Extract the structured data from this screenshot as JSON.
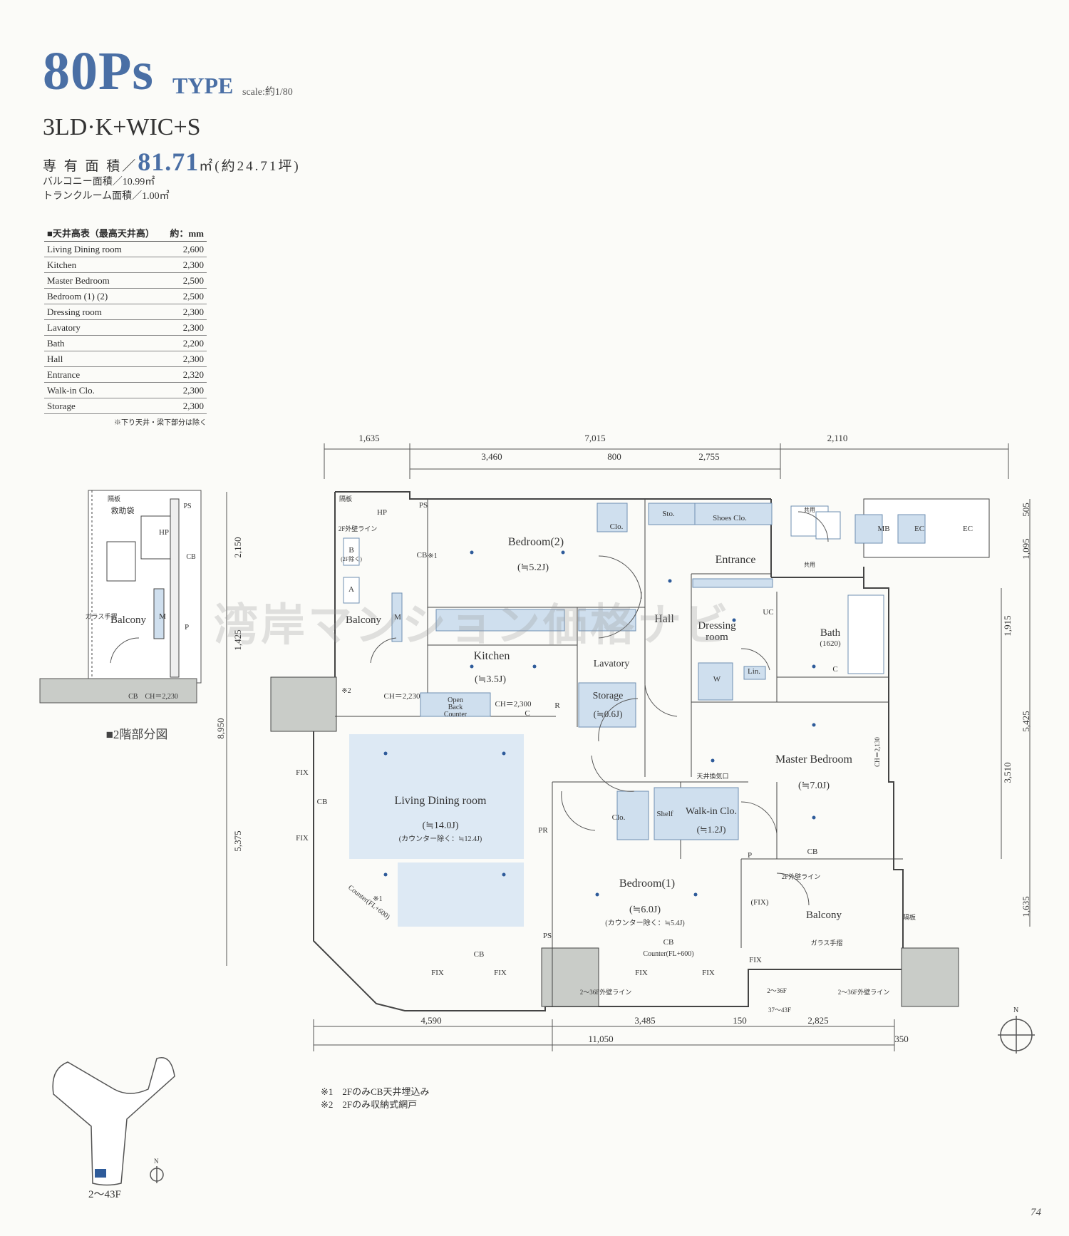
{
  "header": {
    "type_code": "80Ps",
    "type_word": "TYPE",
    "scale": "scale:約1/80",
    "layout": "3LD·K+WIC+S",
    "area_label": "専 有 面 積／",
    "area_value": "81.71",
    "area_unit": "㎡(約24.71坪)",
    "balcony_area": "バルコニー面積／10.99㎡",
    "trunk_area": "トランクルーム面積／1.00㎡"
  },
  "ceiling_table": {
    "title": "■天井高表（最高天井高）",
    "unit": "約：mm",
    "rows": [
      {
        "room": "Living Dining room",
        "height": "2,600"
      },
      {
        "room": "Kitchen",
        "height": "2,300"
      },
      {
        "room": "Master Bedroom",
        "height": "2,500"
      },
      {
        "room": "Bedroom (1) (2)",
        "height": "2,500"
      },
      {
        "room": "Dressing room",
        "height": "2,300"
      },
      {
        "room": "Lavatory",
        "height": "2,300"
      },
      {
        "room": "Bath",
        "height": "2,200"
      },
      {
        "room": "Hall",
        "height": "2,300"
      },
      {
        "room": "Entrance",
        "height": "2,320"
      },
      {
        "room": "Walk-in Clo.",
        "height": "2,300"
      },
      {
        "room": "Storage",
        "height": "2,300"
      }
    ],
    "note": "※下り天井・梁下部分は除く"
  },
  "partial_plan": {
    "caption": "■2階部分図",
    "labels": {
      "partition": "隔板",
      "evac": "救助袋",
      "hp": "HP",
      "ps": "PS",
      "cb": "CB",
      "m": "M",
      "p": "P",
      "balcony": "Balcony",
      "railing": "ガラス手摺",
      "ch": "CB　CH＝2,230"
    }
  },
  "plan": {
    "rooms": {
      "bedroom2": "Bedroom(2)",
      "bedroom2_size": "(≒5.2J)",
      "entrance": "Entrance",
      "hall": "Hall",
      "kitchen": "Kitchen",
      "kitchen_size": "(≒3.5J)",
      "lavatory": "Lavatory",
      "dressing": "Dressing",
      "dressing2": "room",
      "bath": "Bath",
      "bath_size": "(1620)",
      "storage": "Storage",
      "storage_size": "(≒0.6J)",
      "living": "Living Dining room",
      "living_size": "(≒14.0J)",
      "living_note": "(カウンター除く：≒12.4J)",
      "master": "Master Bedroom",
      "master_size": "(≒7.0J)",
      "wic": "Walk-in Clo.",
      "wic_size": "(≒1.2J)",
      "bedroom1": "Bedroom(1)",
      "bedroom1_size": "(≒6.0J)",
      "bedroom1_note": "(カウンター除く：≒5.4J)",
      "balcony_left": "Balcony",
      "balcony_right": "Balcony",
      "open_counter": "Open",
      "open_counter2": "Back",
      "open_counter3": "Counter"
    },
    "labels": {
      "clo": "Clo.",
      "sto": "Sto.",
      "shoes": "Shoes Clo.",
      "mb": "MB",
      "ec": "EC",
      "lin": "Lin.",
      "uc": "UC",
      "w": "W",
      "r": "R",
      "c": "C",
      "p": "P",
      "ps": "PS",
      "pr": "PR",
      "hp": "HP",
      "cb": "CB",
      "fix": "FIX",
      "fix_paren": "(FIX)",
      "shelf": "Shelf",
      "m": "M",
      "ch_kitchen": "CH＝2,300",
      "ch_2230": "CH＝2,230",
      "line_2f": "2F外壁ライン",
      "line_2_36": "2〜36F外壁ライン",
      "line_2_36b": "2〜36F",
      "line_37_43": "37〜43F",
      "counter_living": "Counter(FL+600)",
      "counter_bed": "Counter(FL+600)",
      "note1_mark": "※1",
      "note2_mark": "※2",
      "kyoyo": "共用",
      "vent": "天井換気口",
      "railing": "ガラス手摺",
      "partition": "隔板",
      "b_box": "B",
      "b_note": "(2F除く)",
      "a_box": "A"
    },
    "dims_top": [
      "1,635",
      "7,015",
      "2,110"
    ],
    "dims_top2": [
      "3,460",
      "800",
      "2,755"
    ],
    "dims_bottom": [
      "4,590",
      "3,485",
      "150",
      "2,825"
    ],
    "dims_bottom_total": [
      "11,050",
      "350"
    ],
    "dims_left": [
      "2,150",
      "1,425",
      "8,950",
      "5,375"
    ],
    "dims_right": [
      "505",
      "1,095",
      "1,915",
      "5,425",
      "3,510",
      "1,635"
    ],
    "dims_right_ch": "CH＝2,130"
  },
  "notes": [
    "※1　2FのみCB天井埋込み",
    "※2　2Fのみ収納式網戸"
  ],
  "keymap": {
    "floors": "2〜43F",
    "north": "N"
  },
  "page_number": "74",
  "watermark": "湾岸マンション価格ナビ",
  "colors": {
    "accent": "#4a6fa5",
    "room_fill": "#cfdfee",
    "living_fill": "#dde9f4"
  }
}
